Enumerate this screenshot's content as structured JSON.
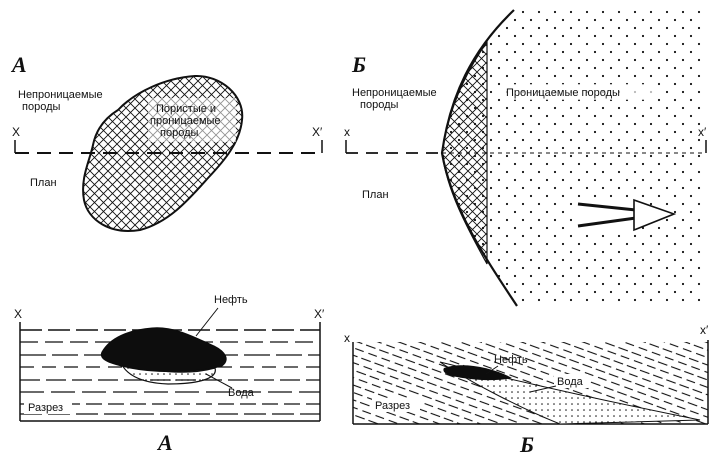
{
  "panel_a": {
    "letter": "А",
    "impermeable_line1": "Непроницаемые",
    "impermeable_line2": "породы",
    "porous_line1": "Пористые и",
    "porous_line2": "проницаемые",
    "porous_line3": "породы",
    "axis_left": "X",
    "axis_right": "X′",
    "plan": "План",
    "section_x_left": "X",
    "section_x_right": "X′",
    "oil": "Нефть",
    "water": "Вода",
    "section": "Разрез",
    "caption": "А"
  },
  "panel_b": {
    "letter": "Б",
    "impermeable_line1": "Непроницаемые",
    "impermeable_line2": "породы",
    "permeable": "Проницаемые породы",
    "axis_left": "x",
    "axis_right": "x′",
    "plan": "План",
    "section_x_left": "x",
    "section_x_right": "x′",
    "oil": "Нефть",
    "water": "Вода",
    "section": "Разрез",
    "caption": "Б"
  }
}
